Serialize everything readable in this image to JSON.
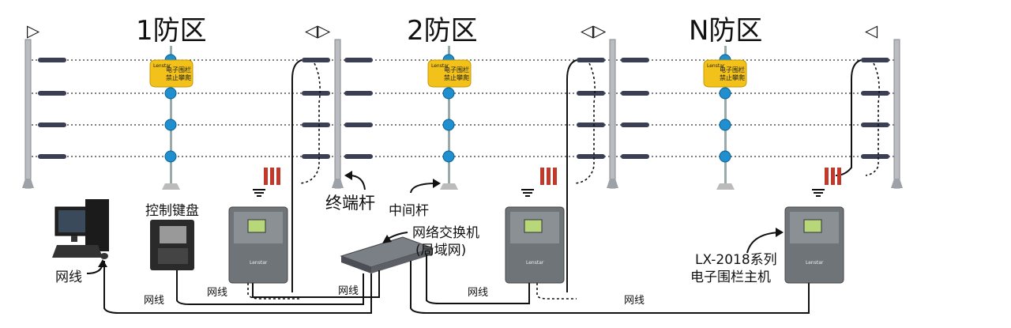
{
  "zones": [
    {
      "title": "1防区",
      "end_marker_left": "▷",
      "end_marker_right": "◁▷"
    },
    {
      "title": "2防区",
      "end_marker_right": "◁▷"
    },
    {
      "title": "N防区",
      "end_marker_right": "◁"
    }
  ],
  "labels": {
    "terminal_pole": "终端杆",
    "middle_pole": "中间杆",
    "keyboard": "控制键盘",
    "switch_line1": "网络交换机",
    "switch_line2": "(局域网)",
    "host_line1": "LX-2018系列",
    "host_line2": "电子围栏主机",
    "network_cable": "网线"
  },
  "sign": {
    "line1": "电子围栏",
    "line2": "禁止攀爬",
    "brand": "Lenstar"
  },
  "device_brand": "Lenstar"
}
